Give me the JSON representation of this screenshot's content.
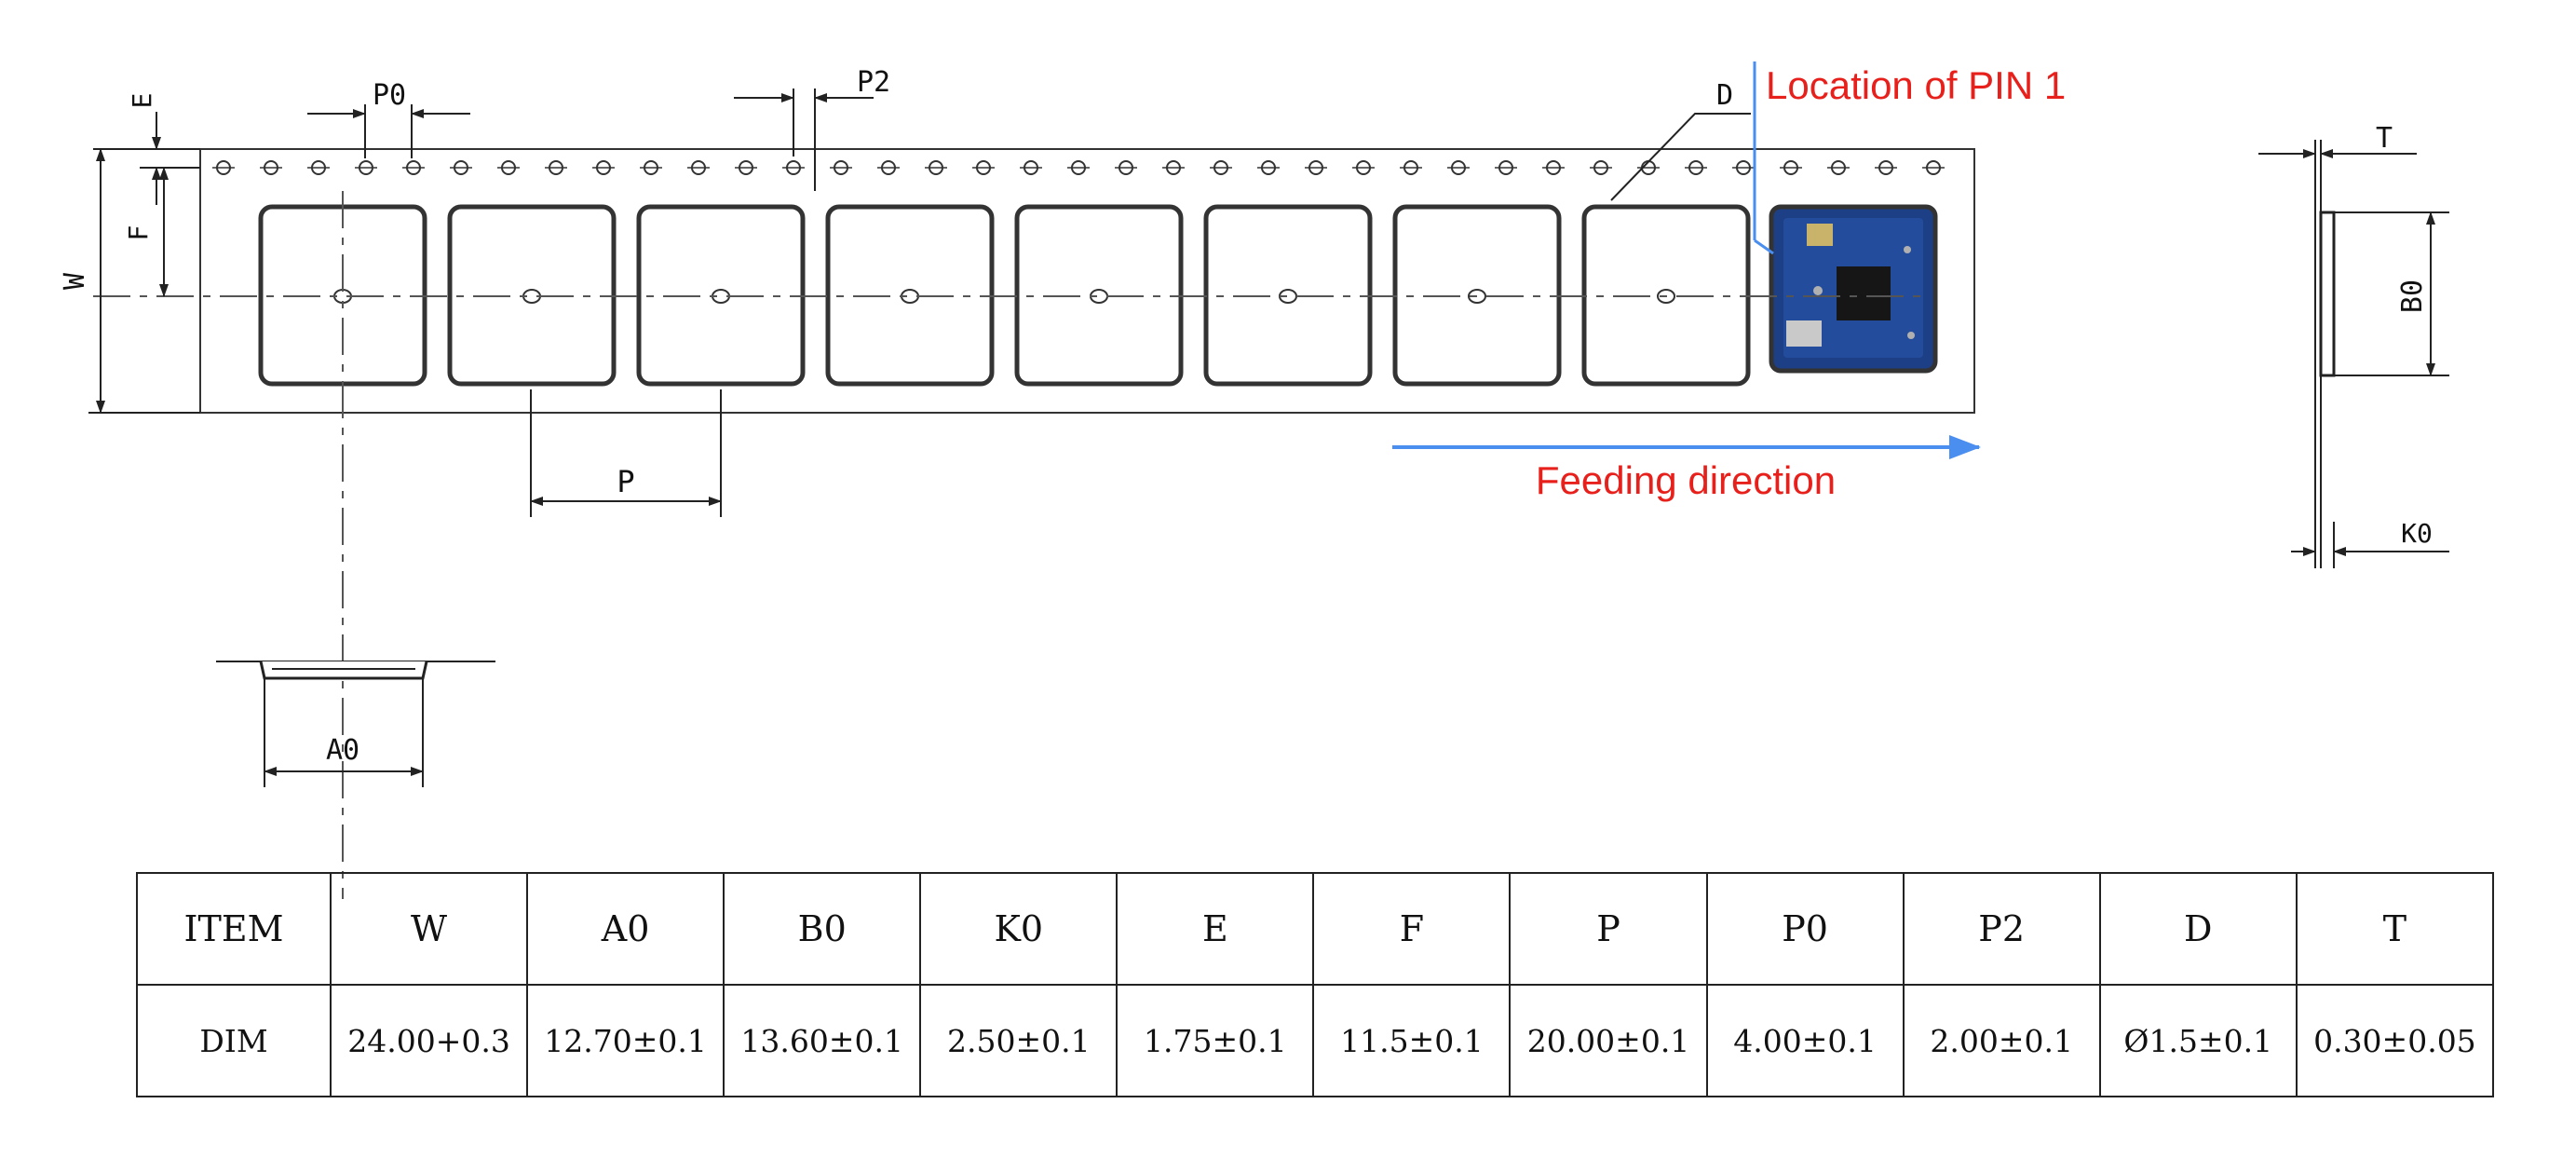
{
  "labels": {
    "e": "E",
    "p0": "P0",
    "p2": "P2",
    "d": "D",
    "f": "F",
    "w": "W",
    "p": "P",
    "a0": "A0",
    "t": "T",
    "b0": "B0",
    "k0": "K0"
  },
  "callouts": {
    "pin1": "Location of PIN 1",
    "feeding": "Feeding direction"
  },
  "colors": {
    "line": "#222222",
    "callout_text": "#e8201c",
    "arrow": "#4a8ef0",
    "module_pcb": "#1d3f86",
    "chip": "#161616"
  },
  "table": {
    "header": [
      "ITEM",
      "W",
      "A0",
      "B0",
      "K0",
      "E",
      "F",
      "P",
      "P0",
      "P2",
      "D",
      "T"
    ],
    "values": [
      "DIM",
      "24.00+0.3",
      "12.70±0.1",
      "13.60±0.1",
      "2.50±0.1",
      "1.75±0.1",
      "11.5±0.1",
      "20.00±0.1",
      "4.00±0.1",
      "2.00±0.1",
      "Ø1.5±0.1",
      "0.30±0.05"
    ]
  }
}
